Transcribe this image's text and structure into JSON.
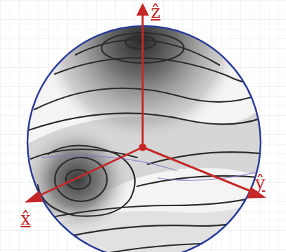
{
  "diagram": {
    "labels": [
      "ẑ",
      "x̂",
      "ŷ"
    ]
  }
}
